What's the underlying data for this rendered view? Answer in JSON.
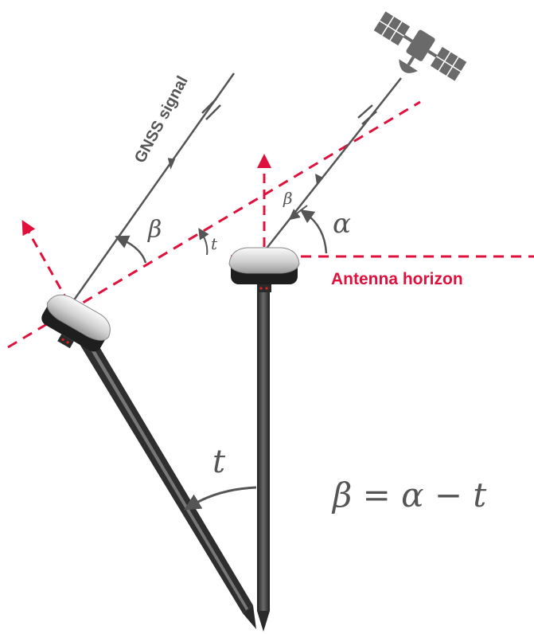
{
  "labels": {
    "gnss_signal": "GNSS signal",
    "antenna_horizon": "Antenna horizon",
    "beta_left": "β",
    "beta_right": "β",
    "t_small": "t",
    "alpha": "α",
    "t_large": "t",
    "equation": "β = α − t"
  },
  "colors": {
    "dashed": "#e0103c",
    "line": "#555555",
    "pole": "#3a3a3a"
  },
  "icons": {
    "satellite": "satellite-icon",
    "receiver": "gnss-receiver-icon"
  }
}
